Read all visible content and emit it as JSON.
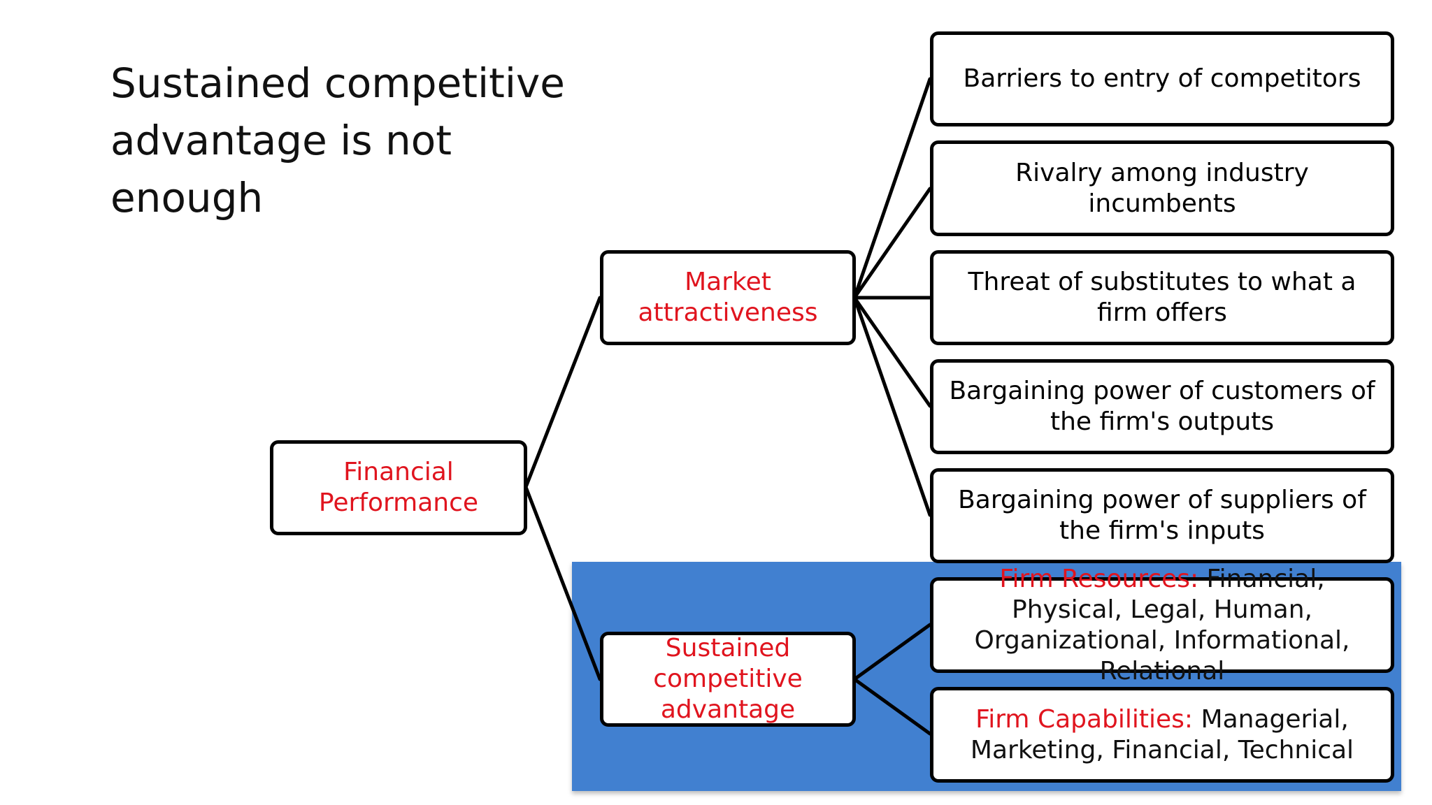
{
  "title": "Sustained competitive advantage is not enough",
  "colors": {
    "accent_red": "#e0141e",
    "panel_blue": "#4180d0",
    "border": "#000000"
  },
  "nodes": {
    "financial_performance": "Financial Performance",
    "market_attractiveness": "Market attractiveness",
    "sustained_competitive_advantage": "Sustained competitive advantage",
    "barriers": "Barriers to entry of  competitors",
    "rivalry": "Rivalry among industry incumbents",
    "substitutes": "Threat of substitutes to what a firm offers",
    "customers": "Bargaining power of customers of the firm's outputs",
    "suppliers": "Bargaining power of suppliers of the firm's inputs",
    "firm_resources": {
      "label": "Firm Resources:",
      "text": " Financial, Physical, Legal, Human, Organizational, Informational, Relational"
    },
    "firm_capabilities": {
      "label": "Firm Capabilities:",
      "text": " Managerial, Marketing, Financial, Technical"
    }
  }
}
